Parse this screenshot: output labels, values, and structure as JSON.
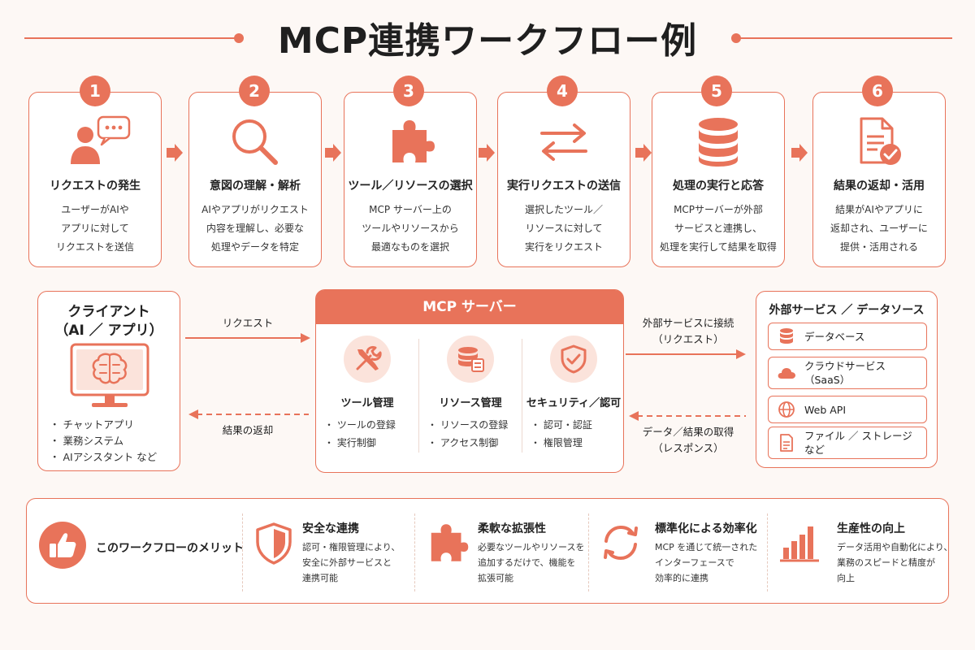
{
  "title": "MCP連携ワークフロー例",
  "steps": [
    {
      "num": "1",
      "title": "リクエストの発生",
      "desc": [
        "ユーザーがAIや",
        "アプリに対して",
        "リクエストを送信"
      ]
    },
    {
      "num": "2",
      "title": "意図の理解・解析",
      "desc": [
        "AIやアプリがリクエスト",
        "内容を理解し、必要な",
        "処理やデータを特定"
      ]
    },
    {
      "num": "3",
      "title": "ツール／リソースの選択",
      "desc": [
        "MCP サーバー上の",
        "ツールやリソースから",
        "最適なものを選択"
      ]
    },
    {
      "num": "4",
      "title": "実行リクエストの送信",
      "desc": [
        "選択したツール／",
        "リソースに対して",
        "実行をリクエスト"
      ]
    },
    {
      "num": "5",
      "title": "処理の実行と応答",
      "desc": [
        "MCPサーバーが外部",
        "サービスと連携し、",
        "処理を実行して結果を取得"
      ]
    },
    {
      "num": "6",
      "title": "結果の返却・活用",
      "desc": [
        "結果がAIやアプリに",
        "返却され、ユーザーに",
        "提供・活用される"
      ]
    }
  ],
  "client": {
    "title1": "クライアント",
    "title2": "（AI ／ アプリ）",
    "bullets": [
      "・ チャットアプリ",
      "・ 業務システム",
      "・ AIアシスタント など"
    ]
  },
  "flows": {
    "request": "リクエスト",
    "return": "結果の返却",
    "connect1": "外部サービスに接続",
    "connect2": "（リクエスト）",
    "response1": "データ／結果の取得",
    "response2": "（レスポンス）"
  },
  "server": {
    "title": "MCP サーバー",
    "cols": [
      {
        "title": "ツール管理",
        "items": [
          "・ ツールの登録",
          "・ 実行制御"
        ]
      },
      {
        "title": "リソース管理",
        "items": [
          "・ リソースの登録",
          "・ アクセス制御"
        ]
      },
      {
        "title": "セキュリティ／認可",
        "items": [
          "・ 認可・認証",
          "・ 権限管理"
        ]
      }
    ]
  },
  "services": {
    "title": "外部サービス ／ データソース",
    "items": [
      {
        "icon": "database-icon",
        "label1": "データベース",
        "label2": ""
      },
      {
        "icon": "cloud-icon",
        "label1": "クラウドサービス",
        "label2": "（SaaS）"
      },
      {
        "icon": "globe-icon",
        "label1": "Web API",
        "label2": ""
      },
      {
        "icon": "file-icon",
        "label1": "ファイル ／ ストレージ",
        "label2": "など"
      }
    ]
  },
  "merits": {
    "heading": "このワークフローのメリット",
    "items": [
      {
        "title": "安全な連携",
        "desc": [
          "認可・権限管理により、",
          "安全に外部サービスと",
          "連携可能"
        ]
      },
      {
        "title": "柔軟な拡張性",
        "desc": [
          "必要なツールやリソースを",
          "追加するだけで、機能を",
          "拡張可能"
        ]
      },
      {
        "title": "標準化による効率化",
        "desc": [
          "MCP を通じて統一された",
          "インターフェースで",
          "効率的に連携"
        ]
      },
      {
        "title": "生産性の向上",
        "desc": [
          "データ活用や自動化により、",
          "業務のスピードと精度が",
          "向上"
        ]
      }
    ]
  },
  "colors": {
    "accent": "#e8735a",
    "accent_light": "#fbe3db",
    "background": "#fdf8f5"
  }
}
